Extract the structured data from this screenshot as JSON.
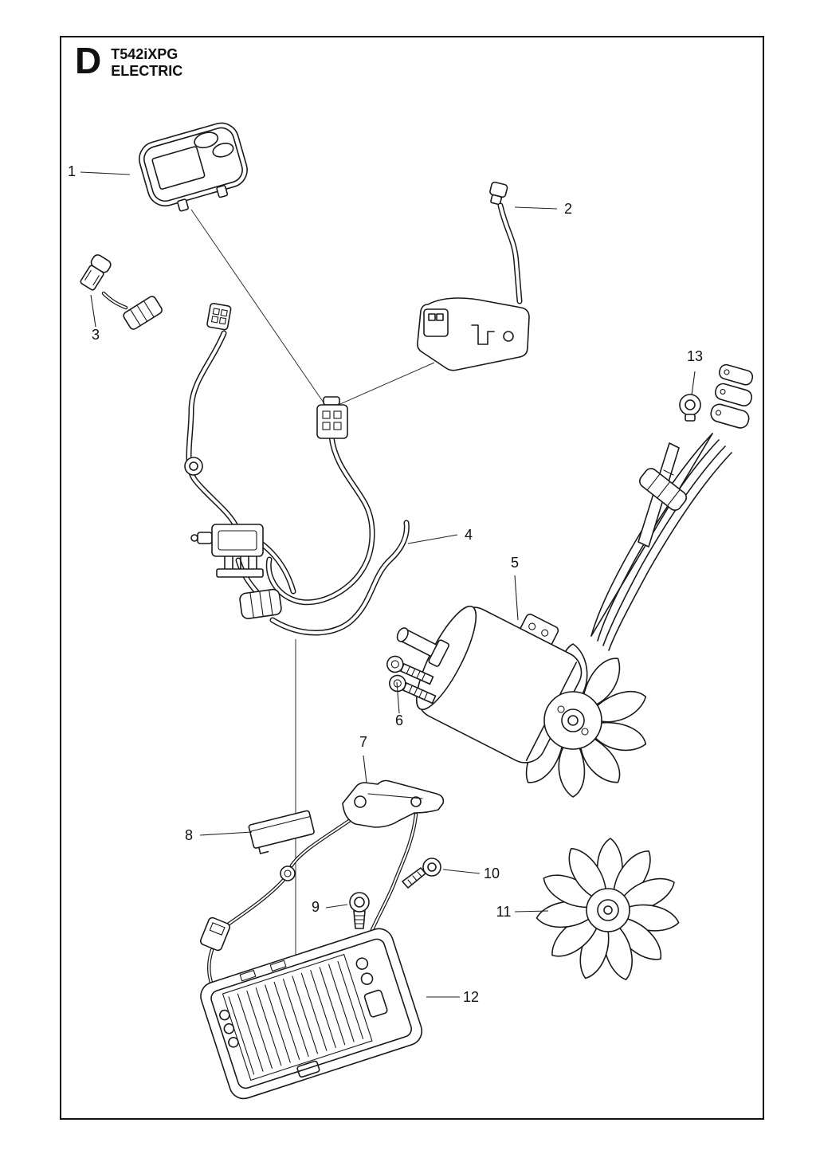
{
  "header": {
    "section_letter": "D",
    "model": "T542iXPG",
    "section_title": "ELECTRIC"
  },
  "colors": {
    "ink": "#1a1a1a",
    "paper": "#ffffff"
  },
  "parts": [
    {
      "number": "1"
    },
    {
      "number": "2"
    },
    {
      "number": "3"
    },
    {
      "number": "4"
    },
    {
      "number": "5"
    },
    {
      "number": "6"
    },
    {
      "number": "7"
    },
    {
      "number": "8"
    },
    {
      "number": "9"
    },
    {
      "number": "10"
    },
    {
      "number": "11"
    },
    {
      "number": "12"
    },
    {
      "number": "13"
    }
  ]
}
